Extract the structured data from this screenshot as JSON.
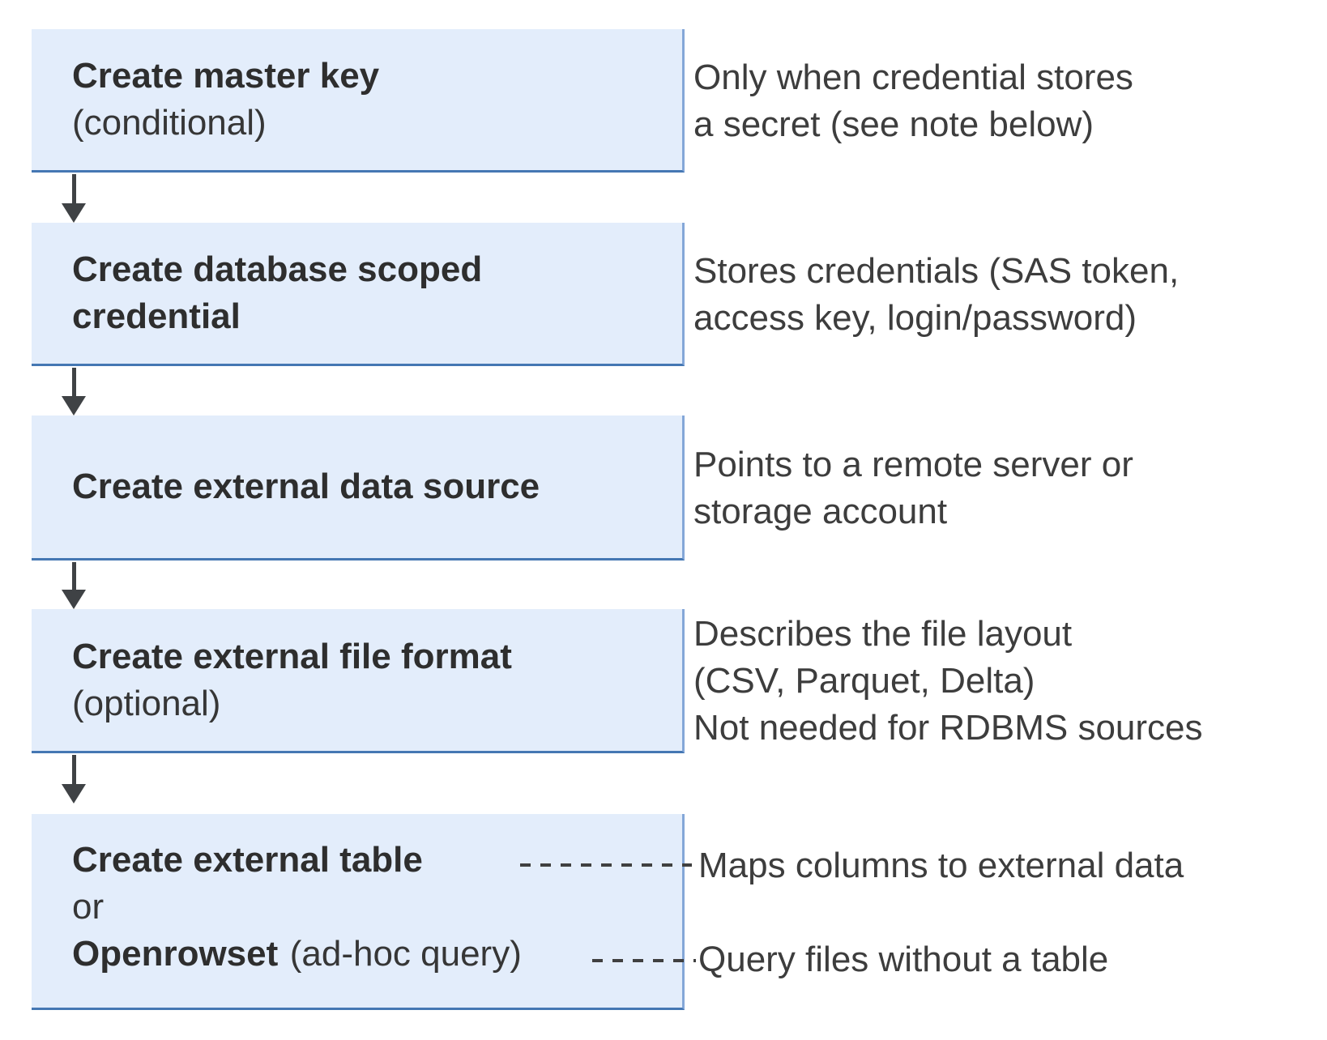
{
  "boxes": [
    {
      "title": "Create master key",
      "note": "(conditional)"
    },
    {
      "title": "Create database scoped\ncredential"
    },
    {
      "title": "Create external data source"
    },
    {
      "title": "Create external file format",
      "note": "(optional)"
    },
    {
      "title": "Create external table",
      "or_label": "or",
      "alt_title": "Openrowset",
      "alt_note": "(ad-hoc query)"
    }
  ],
  "annotations": [
    {
      "text": "Only when credential stores\na secret (see note below)"
    },
    {
      "text": "Stores credentials (SAS token,\naccess key, login/password)"
    },
    {
      "text": "Points to a remote server or\nstorage account"
    },
    {
      "text": "Describes the file layout\n(CSV, Parquet, Delta)\nNot needed for RDBMS sources"
    },
    {
      "text": "Maps columns to external data"
    },
    {
      "text": "Query files without a table"
    }
  ],
  "colors": {
    "box_fill": "#e3edfb",
    "box_border_right": "#84a7d8",
    "box_border_bottom": "#4577b3",
    "arrow": "#3f4245",
    "title_text": "#2e2e2e",
    "annotation_text": "#3d3d3d",
    "dash": "#404040"
  }
}
